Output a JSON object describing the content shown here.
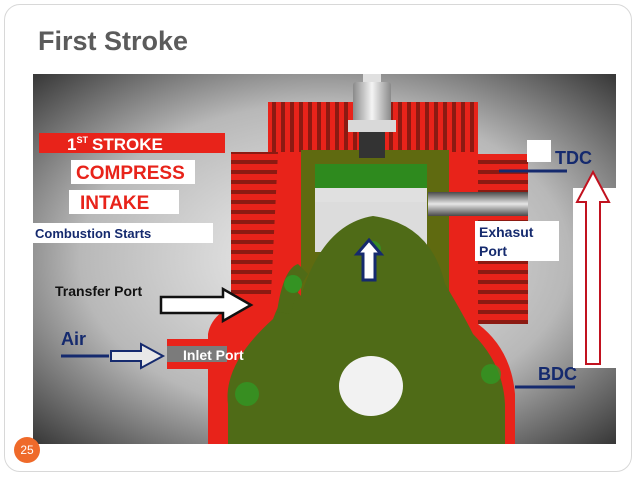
{
  "slide": {
    "title": "First Stroke",
    "page_number": "25"
  },
  "diagram": {
    "stroke_label": {
      "prefix": "1",
      "superscript": "ST",
      "word": "STROKE"
    },
    "phase_labels": [
      "COMPRESS",
      "INTAKE"
    ],
    "callouts": {
      "combustion": "Combustion Starts",
      "transfer_port": "Transfer Port",
      "air": "Air",
      "inlet_port": "Inlet Port",
      "exhaust_port_line1": "Exhasut",
      "exhaust_port_line2": "Port",
      "tdc": "TDC",
      "bdc": "BDC"
    },
    "colors": {
      "engine_red": "#e8231a",
      "mixture_green": "#4f6b17",
      "label_red": "#e8231a",
      "label_blue": "#152a6e",
      "arrow_red": "#c1121f",
      "badge_orange": "#ef6a2a"
    }
  }
}
